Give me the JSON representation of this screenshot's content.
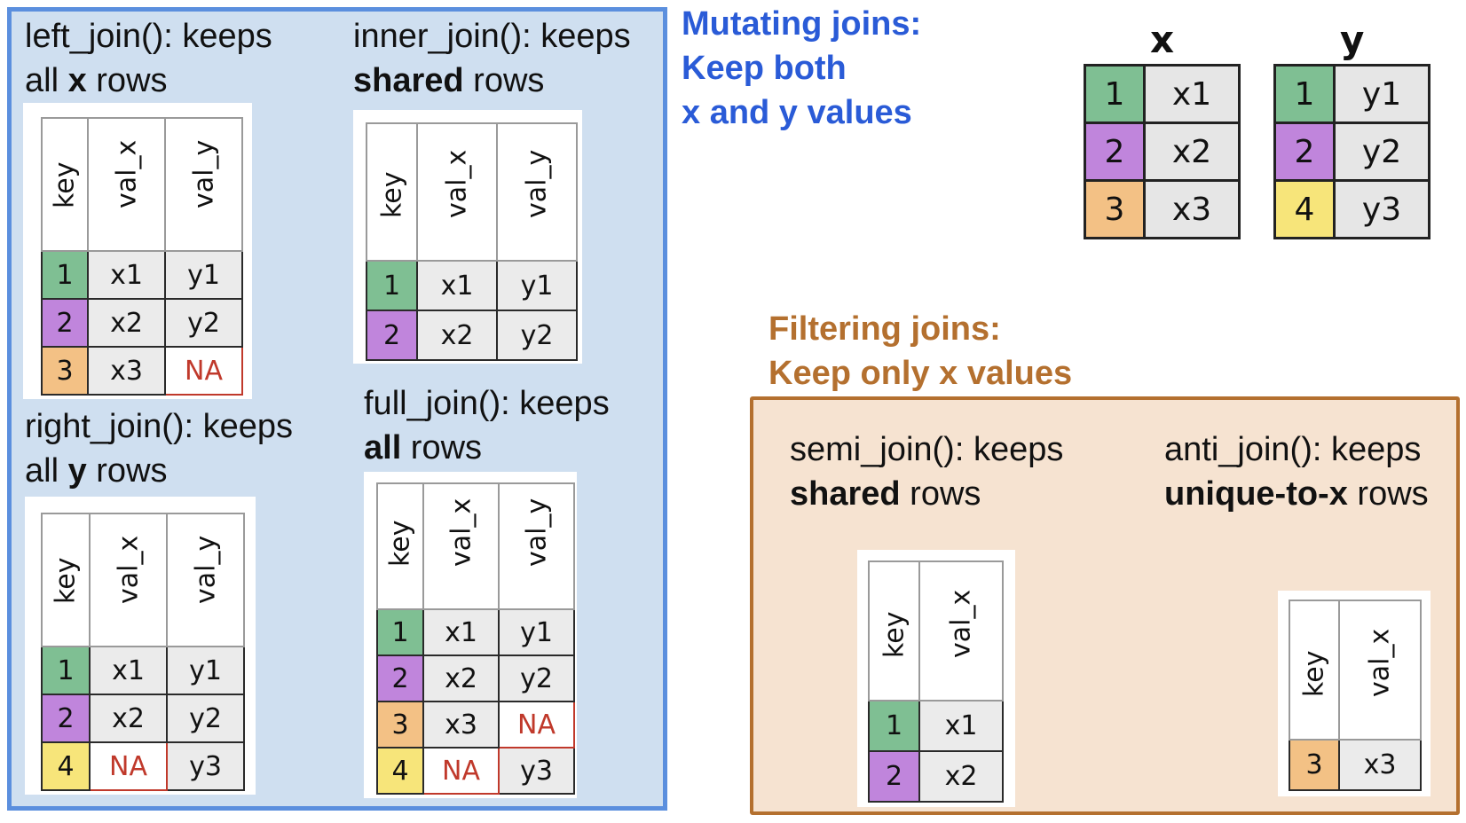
{
  "colors": {
    "green": "#7fbf93",
    "purple": "#c085dc",
    "orange": "#f3c185",
    "yellow": "#f7e57a",
    "mutating_heading": "#2a5bd7",
    "filtering_heading": "#b4702f"
  },
  "mutating": {
    "heading": [
      "Mutating joins:",
      "Keep both",
      "x and y values"
    ],
    "left_join": {
      "title_line1": "left_join(): keeps",
      "title_pre": "all ",
      "title_bold": "x",
      "title_post": " rows",
      "headers": [
        "key",
        "val_x",
        "val_y"
      ],
      "rows": [
        [
          "1",
          "x1",
          "y1"
        ],
        [
          "2",
          "x2",
          "y2"
        ],
        [
          "3",
          "x3",
          "NA"
        ]
      ]
    },
    "inner_join": {
      "title_line1": "inner_join(): keeps",
      "title_bold": "shared",
      "title_post": " rows",
      "headers": [
        "key",
        "val_x",
        "val_y"
      ],
      "rows": [
        [
          "1",
          "x1",
          "y1"
        ],
        [
          "2",
          "x2",
          "y2"
        ]
      ]
    },
    "right_join": {
      "title_line1": "right_join(): keeps",
      "title_pre": "all ",
      "title_bold": "y",
      "title_post": " rows",
      "headers": [
        "key",
        "val_x",
        "val_y"
      ],
      "rows": [
        [
          "1",
          "x1",
          "y1"
        ],
        [
          "2",
          "x2",
          "y2"
        ],
        [
          "4",
          "NA",
          "y3"
        ]
      ]
    },
    "full_join": {
      "title_line1": "full_join(): keeps",
      "title_bold": "all",
      "title_post": " rows",
      "headers": [
        "key",
        "val_x",
        "val_y"
      ],
      "rows": [
        [
          "1",
          "x1",
          "y1"
        ],
        [
          "2",
          "x2",
          "y2"
        ],
        [
          "3",
          "x3",
          "NA"
        ],
        [
          "4",
          "NA",
          "y3"
        ]
      ]
    }
  },
  "source": {
    "x_label": "x",
    "y_label": "y",
    "x_rows": [
      [
        "1",
        "x1"
      ],
      [
        "2",
        "x2"
      ],
      [
        "3",
        "x3"
      ]
    ],
    "y_rows": [
      [
        "1",
        "y1"
      ],
      [
        "2",
        "y2"
      ],
      [
        "4",
        "y3"
      ]
    ]
  },
  "filtering": {
    "heading": [
      "Filtering joins:",
      "Keep only x values"
    ],
    "semi_join": {
      "title_line1": "semi_join(): keeps",
      "title_bold": "shared",
      "title_post": " rows",
      "headers": [
        "key",
        "val_x"
      ],
      "rows": [
        [
          "1",
          "x1"
        ],
        [
          "2",
          "x2"
        ]
      ]
    },
    "anti_join": {
      "title_line1": "anti_join(): keeps",
      "title_bold": "unique-to-x",
      "title_post": " rows",
      "headers": [
        "key",
        "val_x"
      ],
      "rows": [
        [
          "3",
          "x3"
        ]
      ]
    }
  }
}
